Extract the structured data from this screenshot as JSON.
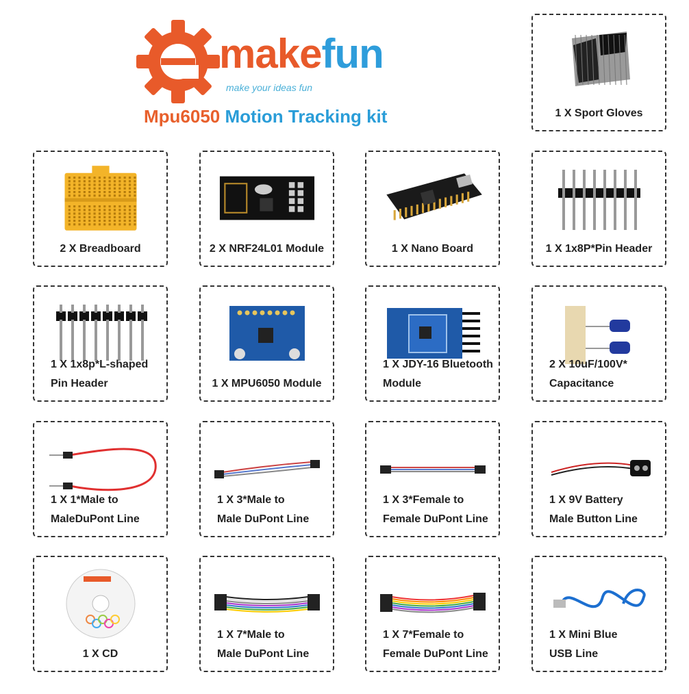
{
  "header": {
    "brand_e": "e",
    "brand_make": "make",
    "brand_fun": "fun",
    "tagline": "make your ideas fun",
    "title_part1": "Mpu6050",
    "title_part2": "Motion Tracking kit"
  },
  "items": [
    {
      "lines": [
        "1 X Sport Gloves"
      ],
      "icon": "gloves-icon"
    },
    {
      "lines": [
        "2 X Breadboard"
      ],
      "icon": "breadboard-icon"
    },
    {
      "lines": [
        "2 X NRF24L01 Module"
      ],
      "icon": "nrf24l01-module-icon"
    },
    {
      "lines": [
        "1 X Nano Board"
      ],
      "icon": "nano-board-icon"
    },
    {
      "lines": [
        "1 X 1x8P*Pin Header"
      ],
      "icon": "pin-header-icon"
    },
    {
      "lines": [
        "1 X 1x8p*L-shaped",
        "Pin Header"
      ],
      "icon": "l-pin-header-icon"
    },
    {
      "lines": [
        "1 X MPU6050 Module"
      ],
      "icon": "mpu6050-module-icon"
    },
    {
      "lines": [
        "1 X JDY-16 Bluetooth",
        "Module"
      ],
      "icon": "bluetooth-module-icon"
    },
    {
      "lines": [
        "2 X 10uF/100V*",
        "Capacitance"
      ],
      "icon": "capacitor-icon"
    },
    {
      "lines": [
        "1 X 1*Male to",
        "MaleDuPont Line"
      ],
      "icon": "single-wire-icon"
    },
    {
      "lines": [
        "1 X 3*Male to",
        "Male  DuPont Line"
      ],
      "icon": "three-wire-male-icon"
    },
    {
      "lines": [
        "1 X 3*Female to",
        "Female DuPont Line"
      ],
      "icon": "three-wire-female-icon"
    },
    {
      "lines": [
        "1 X 9V Battery",
        "Male Button Line"
      ],
      "icon": "battery-clip-icon"
    },
    {
      "lines": [
        "1 X CD"
      ],
      "icon": "cd-icon"
    },
    {
      "lines": [
        "1 X 7*Male to",
        "Male DuPont Line"
      ],
      "icon": "seven-wire-male-icon"
    },
    {
      "lines": [
        "1 X 7*Female to",
        "Female DuPont Line"
      ],
      "icon": "seven-wire-female-icon"
    },
    {
      "lines": [
        "1 X Mini Blue",
        "USB Line"
      ],
      "icon": "usb-cable-icon"
    }
  ],
  "colors": {
    "brand_orange": "#e85a2a",
    "brand_blue": "#2e9ddb",
    "border": "#333333"
  }
}
